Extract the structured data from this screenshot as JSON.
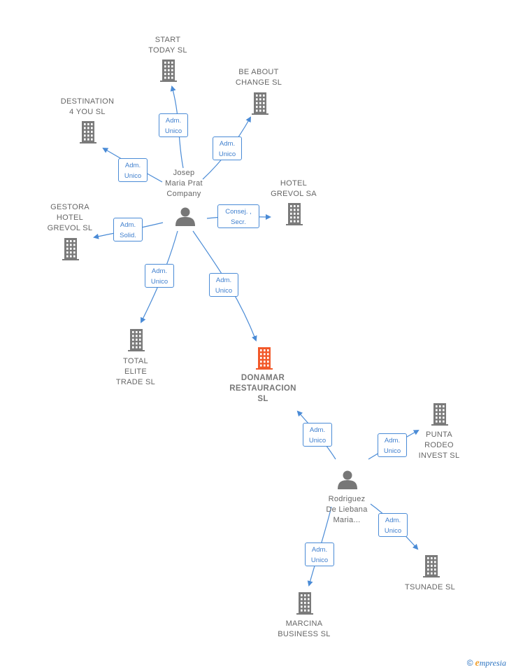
{
  "colors": {
    "edge": "#4a8bd6",
    "company": "#7a7a7a",
    "main_company": "#f2592a",
    "person": "#777777",
    "label": "#666666"
  },
  "persons": [
    {
      "id": "p1",
      "name": "Josep\nMaria Prat\nCompany"
    },
    {
      "id": "p2",
      "name": "Rodriguez\nDe Liebana\nMaria..."
    }
  ],
  "companies": [
    {
      "id": "c_start",
      "name": "START\nTODAY SL"
    },
    {
      "id": "c_beabout",
      "name": "BE ABOUT\nCHANGE SL"
    },
    {
      "id": "c_dest",
      "name": "DESTINATION\n4 YOU SL"
    },
    {
      "id": "c_hotel",
      "name": "HOTEL\nGREVOL SA"
    },
    {
      "id": "c_gestora",
      "name": "GESTORA\nHOTEL\nGREVOL SL"
    },
    {
      "id": "c_total",
      "name": "TOTAL\nELITE\nTRADE SL"
    },
    {
      "id": "c_donamar",
      "name": "DONAMAR\nRESTAURACION\nSL",
      "main": true
    },
    {
      "id": "c_punta",
      "name": "PUNTA\nRODEO\nINVEST SL"
    },
    {
      "id": "c_tsunade",
      "name": "TSUNADE SL"
    },
    {
      "id": "c_marcina",
      "name": "MARCINA\nBUSINESS SL"
    }
  ],
  "relations": [
    {
      "id": "r1",
      "from": "p1",
      "to": "c_start",
      "label": "Adm.\nUnico"
    },
    {
      "id": "r2",
      "from": "p1",
      "to": "c_beabout",
      "label": "Adm.\nUnico"
    },
    {
      "id": "r3",
      "from": "p1",
      "to": "c_dest",
      "label": "Adm.\nUnico"
    },
    {
      "id": "r4",
      "from": "p1",
      "to": "c_hotel",
      "label": "Consej. ,\nSecr."
    },
    {
      "id": "r5",
      "from": "p1",
      "to": "c_gestora",
      "label": "Adm.\nSolid."
    },
    {
      "id": "r6",
      "from": "p1",
      "to": "c_total",
      "label": "Adm.\nUnico"
    },
    {
      "id": "r7",
      "from": "p1",
      "to": "c_donamar",
      "label": "Adm.\nUnico"
    },
    {
      "id": "r8",
      "from": "p2",
      "to": "c_donamar",
      "label": "Adm.\nUnico"
    },
    {
      "id": "r9",
      "from": "p2",
      "to": "c_punta",
      "label": "Adm.\nUnico"
    },
    {
      "id": "r10",
      "from": "p2",
      "to": "c_tsunade",
      "label": "Adm.\nUnico"
    },
    {
      "id": "r11",
      "from": "p2",
      "to": "c_marcina",
      "label": "Adm.\nUnico"
    }
  ],
  "footer": {
    "copyright": "©",
    "brand_initial": "e",
    "brand_rest": "mpresia"
  }
}
